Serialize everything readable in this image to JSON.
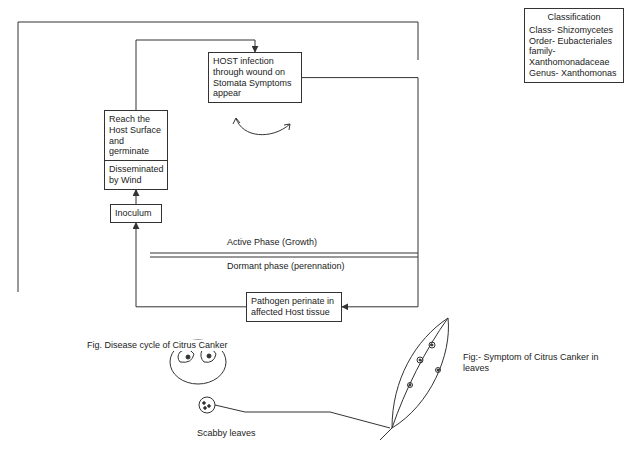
{
  "diagram": {
    "caption": "Fig. Disease cycle of Citrus Canker",
    "nodes": [
      {
        "text": [
          "Classification",
          "Class- Shizomycetes",
          "Order- Eubacteriales",
          "family- Xanthomonadaceae",
          "Genus- Xanthomonas"
        ]
      },
      {
        "text": [
          "HOST infection through wound on Stomata Symptoms appear"
        ]
      },
      {
        "text": [
          "Reach the Host Surface and germinate"
        ]
      },
      {
        "text": [
          "Disseminated by Wind"
        ]
      },
      {
        "text": [
          "Inoculum"
        ]
      },
      {
        "text": [
          "Pathogen perinate in affected Host tissue"
        ]
      }
    ],
    "edges": [
      {
        "from": 5,
        "to": 4,
        "arrow": "to"
      },
      {
        "from": 4,
        "to": 3,
        "arrow": "to"
      },
      {
        "from": 3,
        "to": 2,
        "arrow": "to"
      },
      {
        "from": 2,
        "to": 1,
        "arrow": "to"
      },
      {
        "from": 1,
        "to": 5,
        "arrow": "to"
      }
    ],
    "labels": [
      "Active Phase (Growth)",
      "Dormant phase (perennation)",
      "Fig:- Symptom of Citrus Canker in leaves",
      "Scabby leaves"
    ]
  }
}
